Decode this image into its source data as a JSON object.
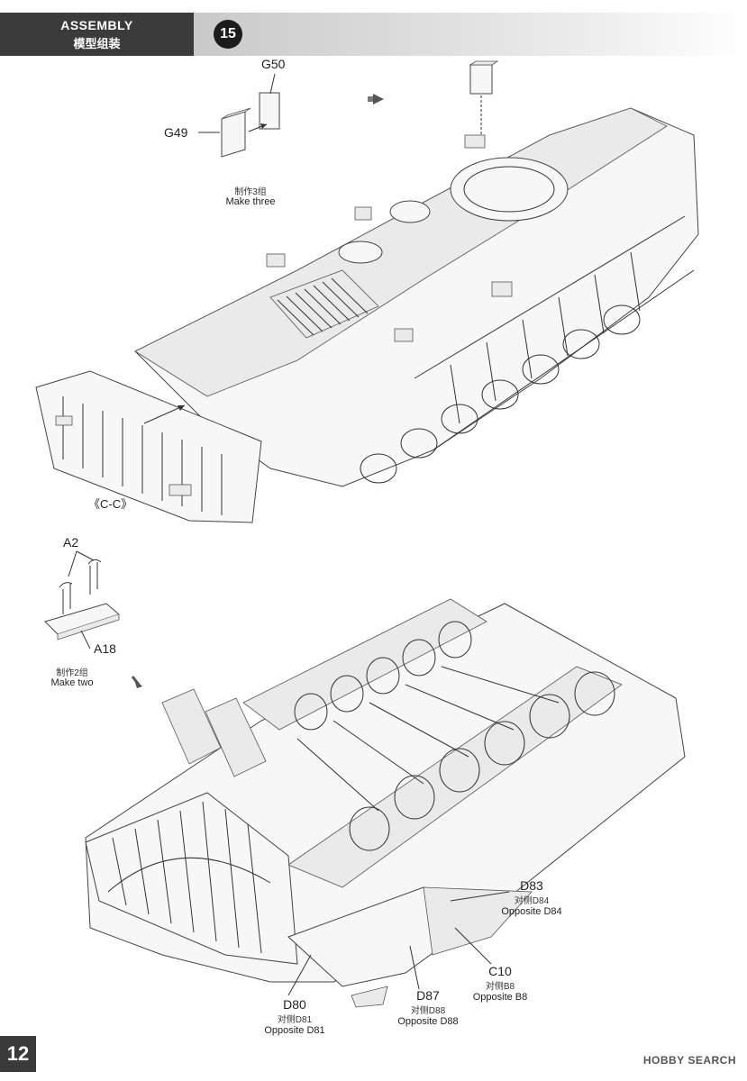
{
  "header": {
    "title_en": "ASSEMBLY",
    "title_cn": "模型组装",
    "step_number": "15"
  },
  "top_section": {
    "part_g50": "G50",
    "part_g49": "G49",
    "make_cn": "制作3组",
    "make_en": "Make three",
    "section_label": "《C-C》"
  },
  "bottom_section": {
    "part_a2": "A2",
    "part_a18": "A18",
    "make_cn": "制作2组",
    "make_en": "Make two",
    "d83": {
      "part": "D83",
      "opp_cn": "对侧D84",
      "opp_en": "Opposite D84"
    },
    "c10": {
      "part": "C10",
      "opp_cn": "对侧B8",
      "opp_en": "Opposite B8"
    },
    "d87": {
      "part": "D87",
      "opp_cn": "对侧D88",
      "opp_en": "Opposite D88"
    },
    "d80": {
      "part": "D80",
      "opp_cn": "对侧D81",
      "opp_en": "Opposite D81"
    }
  },
  "footer": {
    "page_number": "12",
    "watermark": "HOBBY SEARCH"
  }
}
